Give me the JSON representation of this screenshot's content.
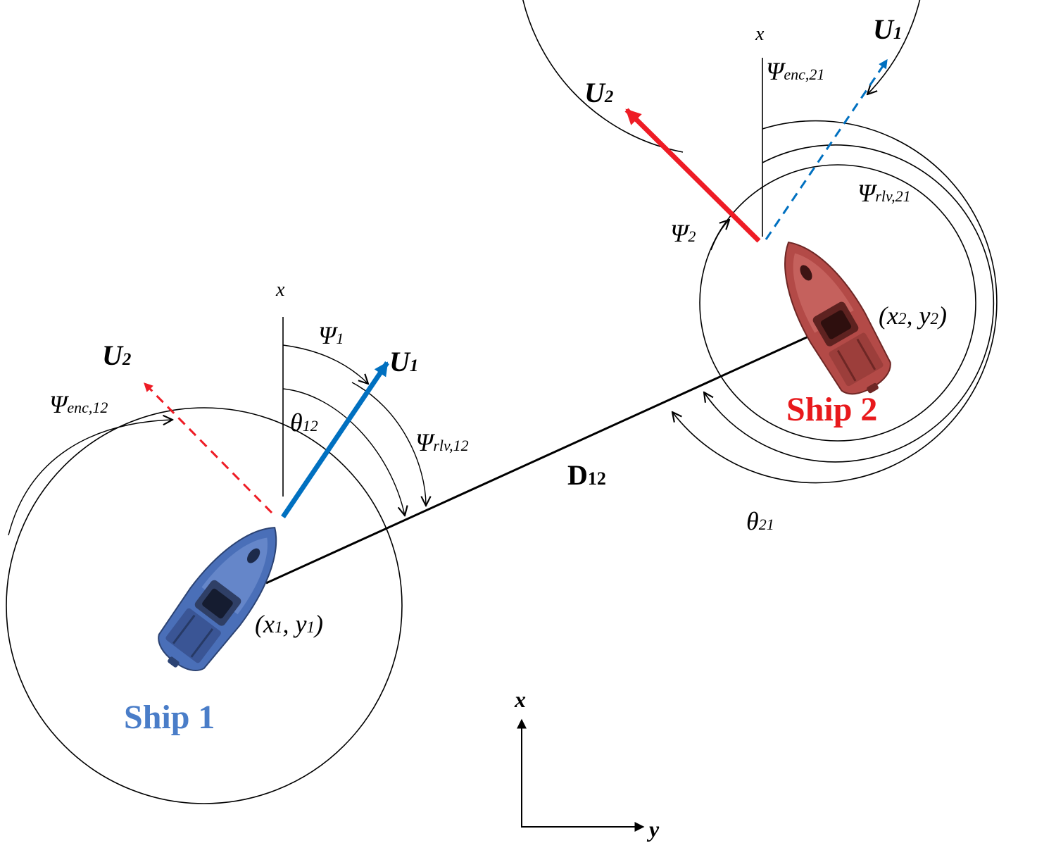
{
  "colors": {
    "ship1": "#4472c4",
    "ship1_label": "#4a7dc8",
    "ship2": "#c0504d",
    "ship2_label": "#e8191c",
    "u1_vector": "#0070c0",
    "u2_vector": "#ee1c25",
    "line": "#000000"
  },
  "labels": {
    "ship1_name": "Ship 1",
    "ship2_name": "Ship 2",
    "distance": {
      "main": "D",
      "sub": "12"
    },
    "ship1_position": {
      "open": "(x",
      "sub1": "1",
      "mid": ", y",
      "sub2": "1",
      "close": ")"
    },
    "ship2_position": {
      "open": "(x",
      "sub1": "2",
      "mid": ", y",
      "sub2": "2",
      "close": ")"
    },
    "ship1_local": {
      "north": "x",
      "heading": {
        "main": "Ψ",
        "sub": "1"
      },
      "bearing": {
        "main": "θ",
        "sub": "12"
      },
      "relative_bearing": {
        "main": "Ψ",
        "sub": "rlv,12"
      },
      "encounter": {
        "main": "Ψ",
        "sub": "enc,12"
      },
      "own_velocity": {
        "main": "U",
        "sub": "1"
      },
      "target_velocity": {
        "main": "U",
        "sub": "2"
      }
    },
    "ship2_local": {
      "north": "x",
      "heading": {
        "main": "Ψ",
        "sub": "2"
      },
      "bearing": {
        "main": "θ",
        "sub": "21"
      },
      "relative_bearing": {
        "main": "Ψ",
        "sub": "rlv,21"
      },
      "encounter": {
        "main": "Ψ",
        "sub": "enc,21"
      },
      "own_velocity": {
        "main": "U",
        "sub": "2"
      },
      "target_velocity": {
        "main": "U",
        "sub": "1"
      }
    },
    "axes": {
      "x": "x",
      "y": "y"
    }
  },
  "icons": {
    "ship1": "boat-topview-icon",
    "ship2": "boat-topview-icon"
  }
}
